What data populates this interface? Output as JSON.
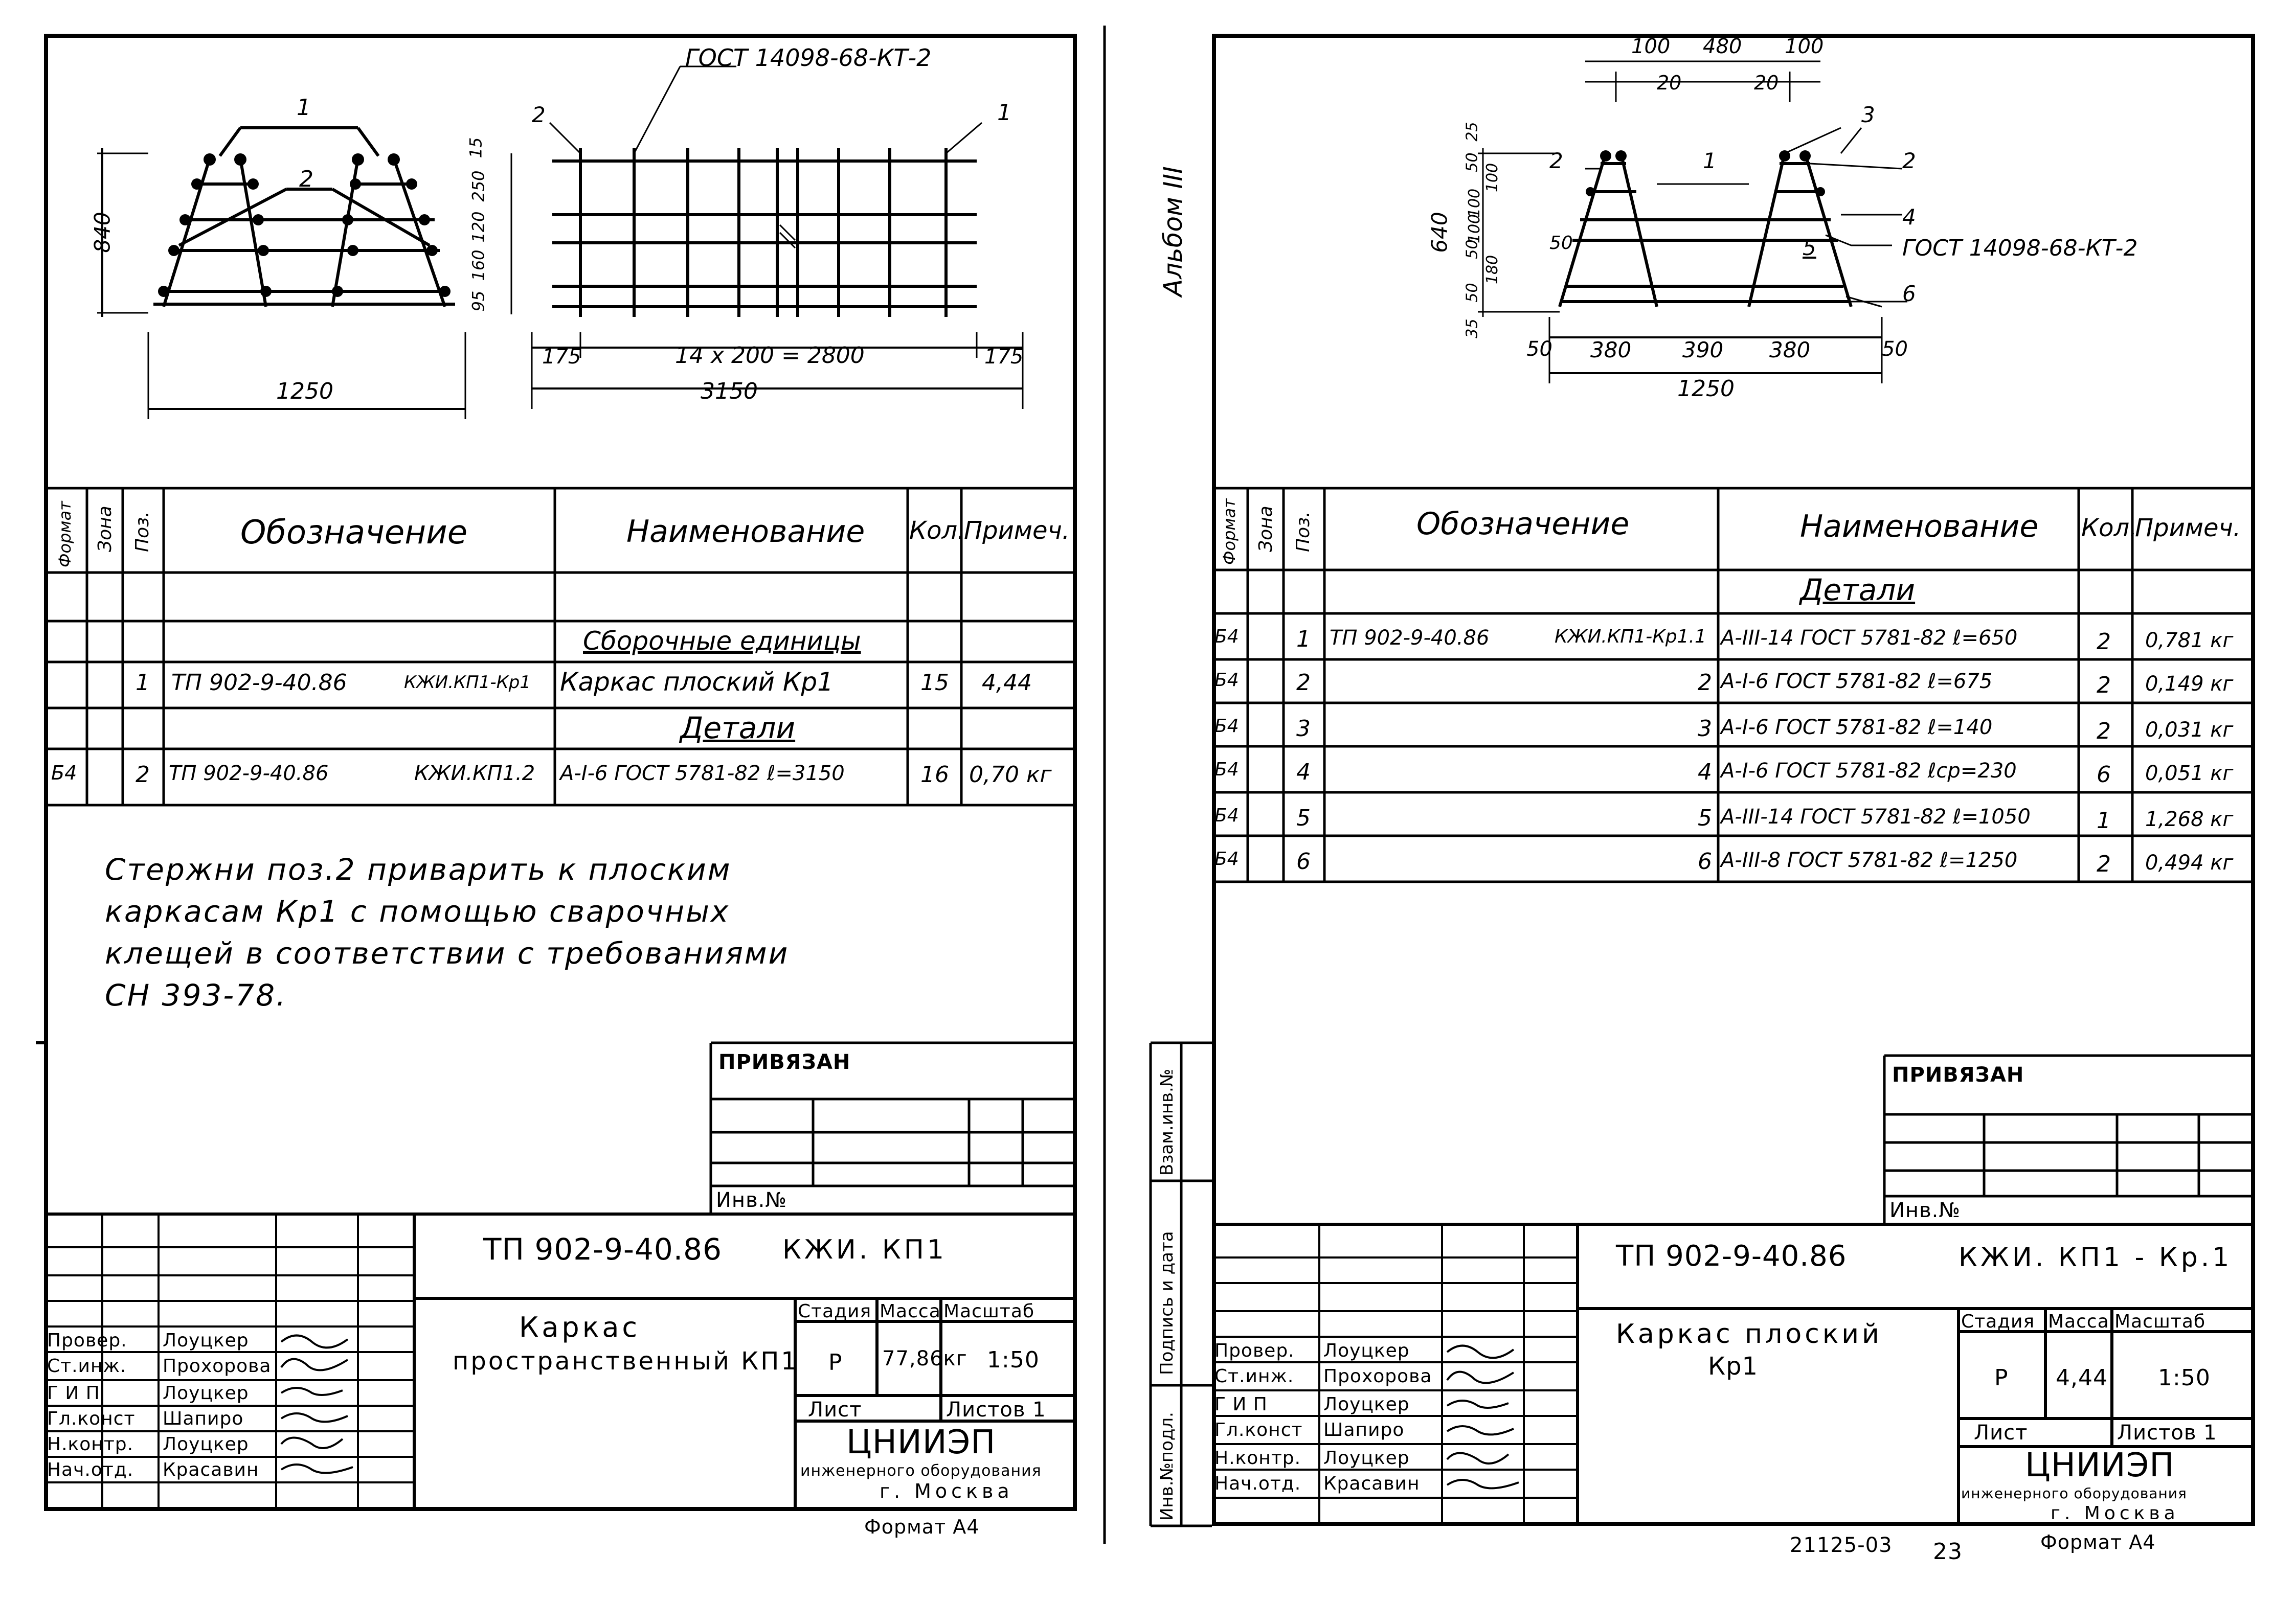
{
  "left": {
    "gost_label": "ГОСТ 14098-68-КТ-2",
    "section": {
      "callout_1": "1",
      "callout_2": "2",
      "height": "840",
      "width": "1250"
    },
    "elevation": {
      "callout_2": "2",
      "callout_1": "1",
      "vert_dims": [
        "15",
        "250",
        "120",
        "160",
        "95"
      ],
      "dim_175a": "175",
      "dim_spacing": "14 x 200 = 2800",
      "dim_175b": "175",
      "dim_total": "3150"
    },
    "headers": {
      "format": "Формат",
      "zone": "Зона",
      "pos": "Поз.",
      "designation": "Обозначение",
      "name": "Наименование",
      "qty": "Кол.",
      "note": "Примеч."
    },
    "rows": [
      {
        "section": "Сборочные единицы"
      },
      {
        "format": "",
        "pos": "1",
        "doc": "ТП 902-9-40.86",
        "code": "КЖИ.КП1-Кр1",
        "name": "Каркас плоский Кр1",
        "qty": "15",
        "note": "4,44"
      },
      {
        "section": "Детали"
      },
      {
        "format": "Б4",
        "pos": "2",
        "doc": "ТП 902-9-40.86",
        "code": "КЖИ.КП1.2",
        "name": "А-I-6 ГОСТ 5781-82 ℓ=3150",
        "qty": "16",
        "note": "0,70 кг"
      }
    ],
    "note_lines": [
      "Стержни поз.2 приварить к плоским",
      "каркасам Кр1 с помощью сварочных",
      "клещей в соответствии с требованиями",
      "СН 393-78."
    ],
    "privyazan": "ПРИВЯЗАН",
    "inv_no": "Инв.№",
    "stamp": {
      "code": "ТП 902-9-40.86",
      "code2": "КЖИ. КП1",
      "title_line1": "Каркас",
      "title_line2": "пространственный КП1",
      "stage_h": "Стадия",
      "mass_h": "Масса",
      "scale_h": "Масштаб",
      "stage": "Р",
      "mass": "77,86кг",
      "scale": "1:50",
      "sheet": "Лист",
      "sheets": "Листов 1",
      "org1": "ЦНИИЭП",
      "org2": "инженерного оборудования",
      "org3": "г. Москва",
      "roles": [
        "Провер.",
        "Ст.инж.",
        "Г И П",
        "Гл.конст",
        "Н.контр.",
        "Нач.отд."
      ],
      "names": [
        "Лоуцкер",
        "Прохорова",
        "Лоуцкер",
        "Шапиро",
        "Лоуцкер",
        "Красавин"
      ],
      "format": "Формат А4"
    }
  },
  "right": {
    "album": "Альбом III",
    "gost_label": "ГОСТ 14098-68-КТ-2",
    "dims_top": [
      "100",
      "480",
      "100",
      "20",
      "20"
    ],
    "dims_left": [
      "25",
      "50",
      "100",
      "100",
      "100",
      "50",
      "180",
      "50",
      "35"
    ],
    "height": "640",
    "callouts": [
      "2",
      "1",
      "3",
      "2",
      "4",
      "5",
      "6",
      "50"
    ],
    "dims_bottom": [
      "50",
      "380",
      "390",
      "380",
      "50"
    ],
    "width": "1250",
    "headers": {
      "format": "Формат",
      "zone": "Зона",
      "pos": "Поз.",
      "designation": "Обозначение",
      "name": "Наименование",
      "qty": "Кол.",
      "note": "Примеч."
    },
    "section": "Детали",
    "rows": [
      {
        "format": "Б4",
        "pos": "1",
        "doc": "ТП 902-9-40.86",
        "code": "КЖИ.КП1-Кр1.1",
        "name": "А-III-14 ГОСТ 5781-82 ℓ=650",
        "qty": "2",
        "note": "0,781 кг"
      },
      {
        "format": "Б4",
        "pos": "2",
        "doc": "",
        "code": "2",
        "name": "А-I-6 ГОСТ 5781-82 ℓ=675",
        "qty": "2",
        "note": "0,149 кг"
      },
      {
        "format": "Б4",
        "pos": "3",
        "doc": "",
        "code": "3",
        "name": "А-I-6 ГОСТ 5781-82 ℓ=140",
        "qty": "2",
        "note": "0,031 кг"
      },
      {
        "format": "Б4",
        "pos": "4",
        "doc": "",
        "code": "4",
        "name": "А-I-6 ГОСТ 5781-82 ℓср=230",
        "qty": "6",
        "note": "0,051 кг"
      },
      {
        "format": "Б4",
        "pos": "5",
        "doc": "",
        "code": "5",
        "name": "А-III-14 ГОСТ 5781-82 ℓ=1050",
        "qty": "1",
        "note": "1,268 кг"
      },
      {
        "format": "Б4",
        "pos": "6",
        "doc": "",
        "code": "6",
        "name": "А-III-8 ГОСТ 5781-82 ℓ=1250",
        "qty": "2",
        "note": "0,494 кг"
      }
    ],
    "privyazan": "ПРИВЯЗАН",
    "inv_no": "Инв.№",
    "side_labels": [
      "Взам.инв.№",
      "Подпись и дата",
      "Инв.№подл."
    ],
    "stamp": {
      "code": "ТП 902-9-40.86",
      "code2": "КЖИ. КП1 - Кр.1",
      "title_line1": "Каркас плоский",
      "title_line2": "Кр1",
      "stage_h": "Стадия",
      "mass_h": "Масса",
      "scale_h": "Масштаб",
      "stage": "Р",
      "mass": "4,44",
      "scale": "1:50",
      "sheet": "Лист",
      "sheets": "Листов 1",
      "org1": "ЦНИИЭП",
      "org2": "инженерного оборудования",
      "org3": "г. Москва",
      "roles": [
        "Провер.",
        "Ст.инж.",
        "Г И П",
        "Гл.конст",
        "Н.контр.",
        "Нач.отд."
      ],
      "names": [
        "Лоуцкер",
        "Прохорова",
        "Лоуцкер",
        "Шапиро",
        "Лоуцкер",
        "Красавин"
      ],
      "format": "Формат А4"
    },
    "footer_num": "21125-03",
    "page_num": "23"
  }
}
